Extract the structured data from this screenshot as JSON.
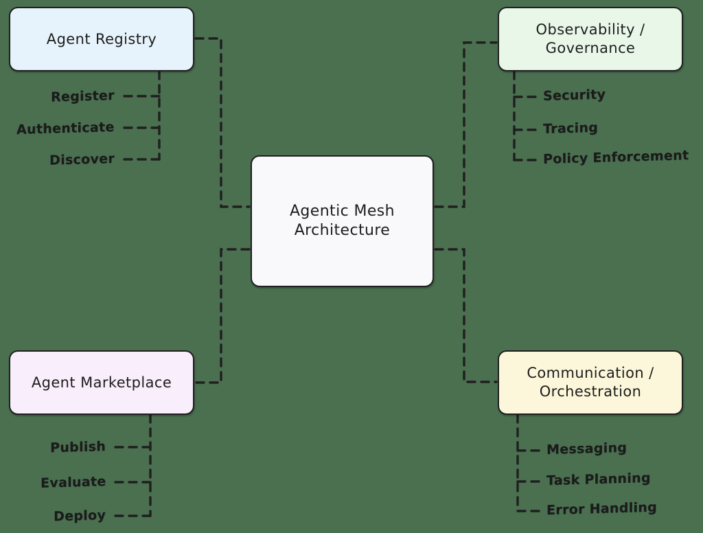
{
  "diagram": {
    "title": "Agentic Mesh Architecture",
    "background_color": "#4a7050",
    "stroke_color": "#1f1f1f",
    "center": {
      "label": "Agentic Mesh\nArchitecture",
      "fill": "#f9f9fb"
    },
    "branches": [
      {
        "id": "agent-registry",
        "label": "Agent Registry",
        "fill": "#e6f3fc",
        "corner": "top-left",
        "items": [
          "Register",
          "Authenticate",
          "Discover"
        ]
      },
      {
        "id": "observability-governance",
        "label": "Observability /\nGovernance",
        "fill": "#e9f7e9",
        "corner": "top-right",
        "items": [
          "Security",
          "Tracing",
          "Policy Enforcement"
        ]
      },
      {
        "id": "agent-marketplace",
        "label": "Agent Marketplace",
        "fill": "#f9eefb",
        "corner": "bottom-left",
        "items": [
          "Publish",
          "Evaluate",
          "Deploy"
        ]
      },
      {
        "id": "communication-orchestration",
        "label": "Communication /\nOrchestration",
        "fill": "#fcf6da",
        "corner": "bottom-right",
        "items": [
          "Messaging",
          "Task Planning",
          "Error Handling"
        ]
      }
    ]
  }
}
